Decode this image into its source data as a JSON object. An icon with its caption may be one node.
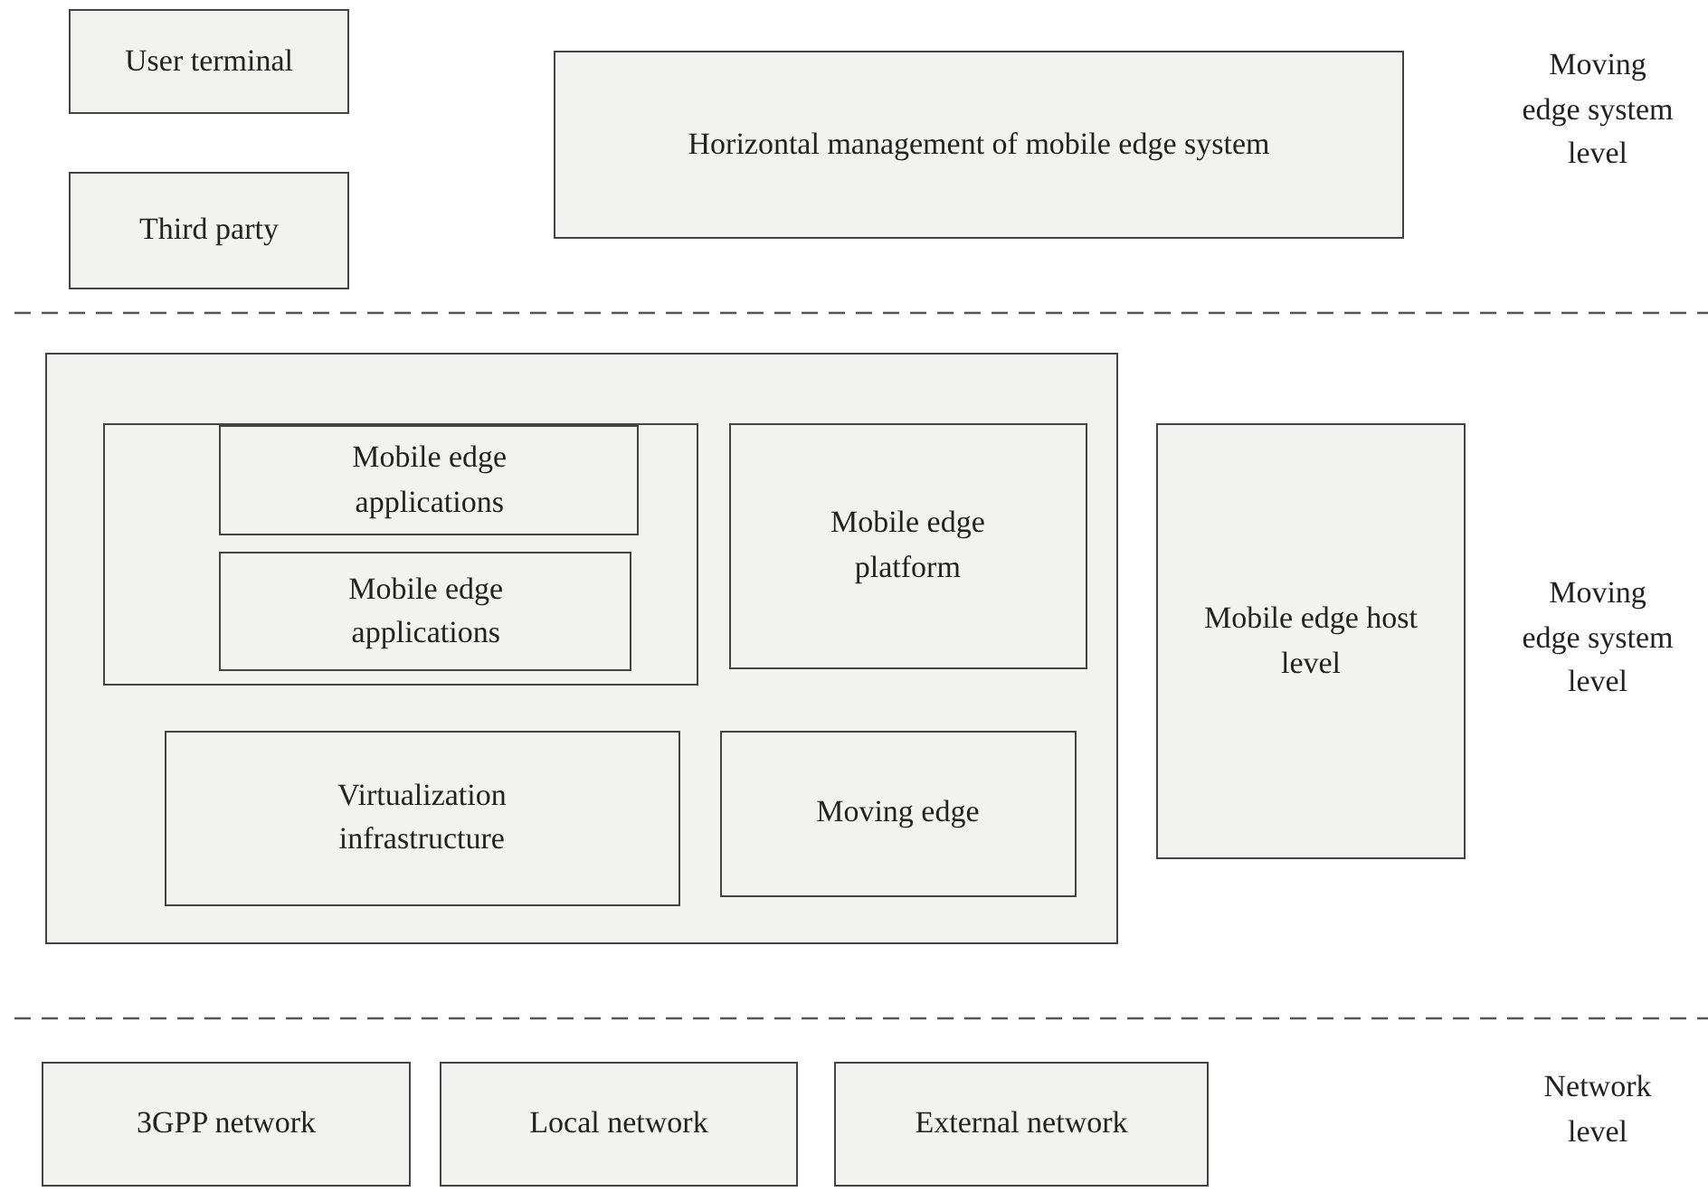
{
  "diagram": {
    "nodes": [
      {
        "text": [
          "User terminal"
        ]
      },
      {
        "text": [
          "Third party"
        ]
      },
      {
        "text": [
          "Horizontal management of mobile edge system"
        ]
      },
      {
        "text": [],
        "shape": "box"
      },
      {
        "text": [],
        "shape": "box",
        "in": 3
      },
      {
        "text": [
          "Mobile edge applications"
        ],
        "in": 4
      },
      {
        "text": [
          "Mobile edge applications"
        ],
        "in": 4
      },
      {
        "text": [
          "Mobile edge platform"
        ],
        "in": 3
      },
      {
        "text": [
          "Virtualization infrastructure"
        ],
        "in": 3
      },
      {
        "text": [
          "Moving edge"
        ],
        "in": 3
      },
      {
        "text": [
          "Mobile edge host level"
        ]
      },
      {
        "text": [
          "3GPP network"
        ]
      },
      {
        "text": [
          "Local network"
        ]
      },
      {
        "text": [
          "External network"
        ]
      }
    ],
    "labels": [
      "Moving edge system level",
      "Moving edge system level",
      "Network level"
    ]
  }
}
